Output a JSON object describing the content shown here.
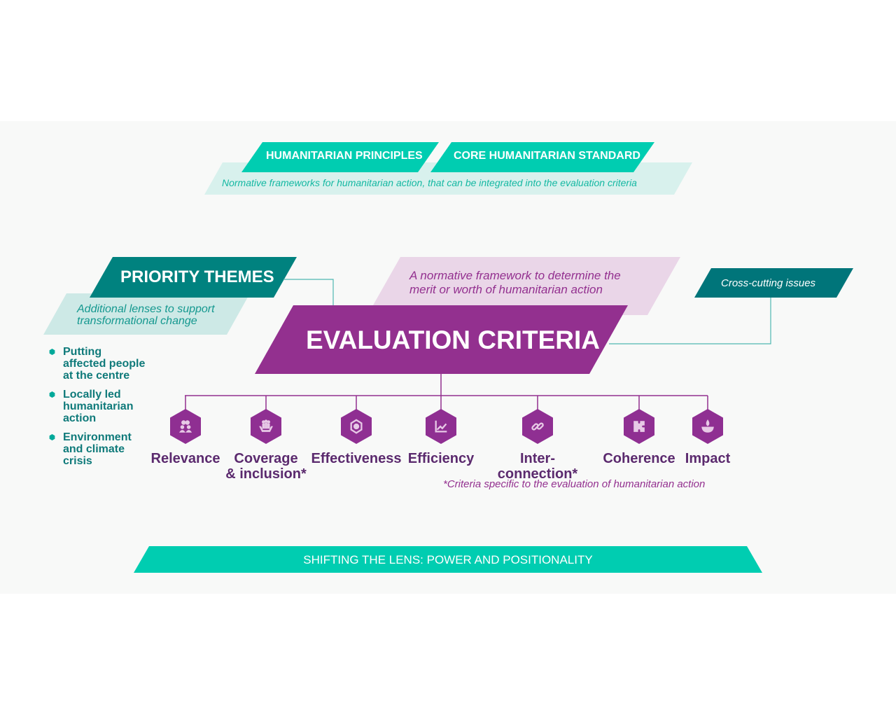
{
  "top": {
    "principles_label": "HUMANITARIAN PRINCIPLES",
    "standard_label": "CORE HUMANITARIAN STANDARD",
    "subtitle": "Normative frameworks for humanitarian action, that can be integrated into the evaluation criteria"
  },
  "priority": {
    "title": "PRIORITY THEMES",
    "subtitle_line1": "Additional lenses to support",
    "subtitle_line2": "transformational change",
    "items": [
      {
        "lines": [
          "Putting",
          "affected people",
          "at the centre"
        ]
      },
      {
        "lines": [
          "Locally led",
          "humanitarian",
          "action"
        ]
      },
      {
        "lines": [
          "Environment",
          "and climate",
          "crisis"
        ]
      }
    ]
  },
  "center": {
    "title": "EVALUATION CRITERIA",
    "note_line1": "A normative framework to determine the",
    "note_line2": "merit or worth of humanitarian action"
  },
  "cross_cutting": "Cross-cutting issues",
  "criteria": [
    {
      "label_line1": "Relevance",
      "label_line2": "",
      "icon": "people-group-icon"
    },
    {
      "label_line1": "Coverage",
      "label_line2": "& inclusion*",
      "icon": "hands-people-icon"
    },
    {
      "label_line1": "Effectiveness",
      "label_line2": "",
      "icon": "target-hexagon-icon"
    },
    {
      "label_line1": "Efficiency",
      "label_line2": "",
      "icon": "graph-up-icon"
    },
    {
      "label_line1": "Inter-connection*",
      "label_line2": "",
      "icon": "chain-link-icon"
    },
    {
      "label_line1": "Coherence",
      "label_line2": "",
      "icon": "puzzle-icon"
    },
    {
      "label_line1": "Impact",
      "label_line2": "",
      "icon": "drop-bowl-icon"
    }
  ],
  "criteria_footnote": "*Criteria specific to the evaluation of humanitarian action",
  "bottom_banner": "SHIFTING THE LENS: POWER AND POSITIONALITY",
  "colors": {
    "teal": "#00cdb1",
    "dark_teal": "#00827f",
    "light_teal": "#d2eeeb",
    "purple": "#93308f",
    "light_purple": "#ead6e8",
    "hex_purple": "#8f2f92"
  }
}
